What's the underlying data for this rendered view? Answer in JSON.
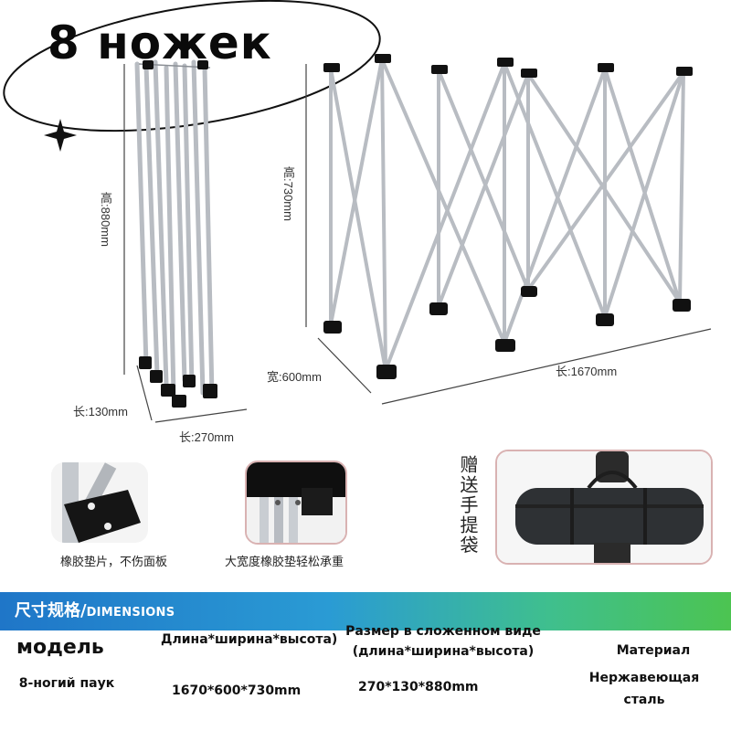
{
  "title": "8 ножек",
  "dimensions_labels": {
    "folded_height": "高:880mm",
    "folded_length": "长:130mm",
    "folded_width": "长:270mm",
    "open_height": "高:730mm",
    "open_width": "宽:600mm",
    "open_length": "长:1670mm"
  },
  "insets": [
    {
      "caption": "橡胶垫片，不伤面板"
    },
    {
      "caption": "大宽度橡胶垫轻松承重"
    },
    {
      "caption": "赠送手提袋"
    }
  ],
  "table": {
    "header_cn": "尺寸规格/",
    "header_en": "DIMENSIONS",
    "columns": [
      "модель",
      "Длина*ширина*высота)",
      "Размер в сложенном виде (длина*ширина*высота)",
      "Материал"
    ],
    "row": [
      "8-ногий паук",
      "1670*600*730mm",
      "270*130*880mm",
      "Нержавеющая сталь"
    ]
  }
}
